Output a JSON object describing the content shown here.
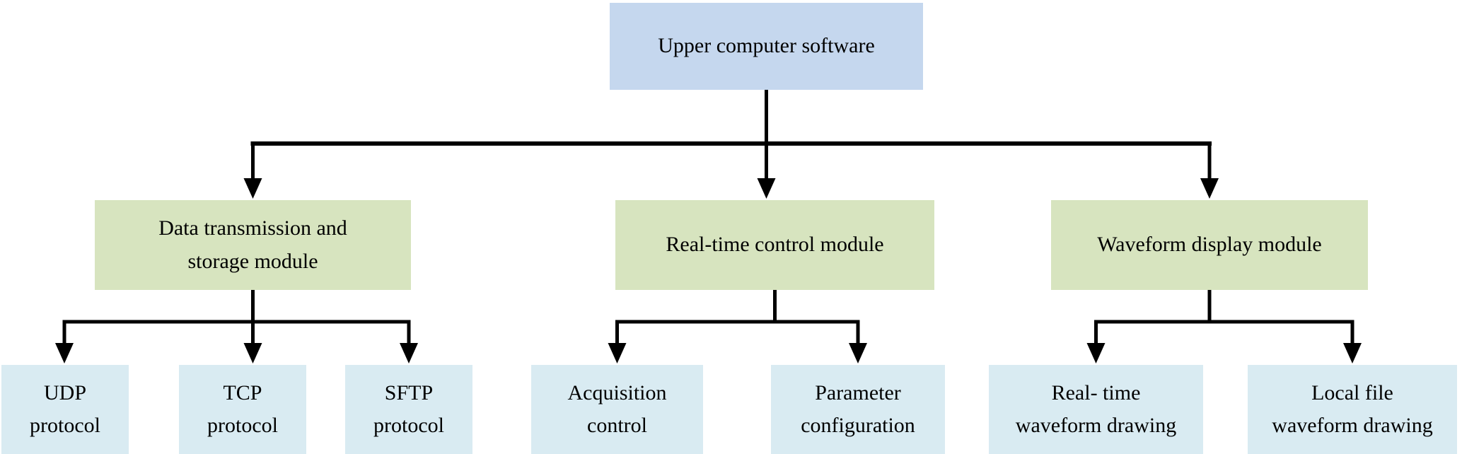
{
  "diagram": {
    "type": "flowchart",
    "root": {
      "label": "Upper computer software"
    },
    "modules": [
      {
        "label": "Data transmission and\nstorage module"
      },
      {
        "label": "Real-time control module"
      },
      {
        "label": "Waveform display module"
      }
    ],
    "leaves": [
      {
        "label": "UDP\nprotocol",
        "parent": "Data transmission and storage module"
      },
      {
        "label": "TCP\nprotocol",
        "parent": "Data transmission and storage module"
      },
      {
        "label": "SFTP\nprotocol",
        "parent": "Data transmission and storage module"
      },
      {
        "label": "Acquisition\ncontrol",
        "parent": "Real-time control module"
      },
      {
        "label": "Parameter\nconfiguration",
        "parent": "Real-time control module"
      },
      {
        "label": "Real- time\nwaveform drawing",
        "parent": "Waveform display module"
      },
      {
        "label": "Local file\nwaveform drawing",
        "parent": "Waveform display module"
      }
    ]
  },
  "colors": {
    "root_fill": "#c5d7ee",
    "module_fill": "#d7e4bf",
    "leaf_fill": "#d9ebf2",
    "connector": "#000000",
    "text": "#000000"
  }
}
